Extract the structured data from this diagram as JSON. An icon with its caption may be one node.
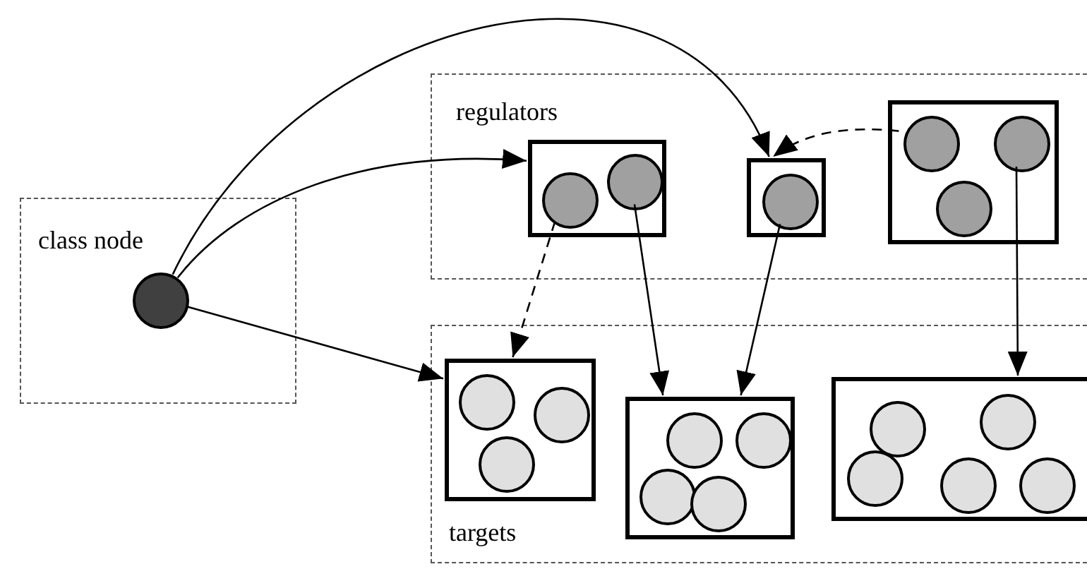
{
  "diagram": {
    "nodes": [
      {
        "text": [
          "class node"
        ]
      },
      {
        "text": [],
        "shape": "circle",
        "in": 0
      },
      {
        "text": [
          "regulators"
        ]
      },
      {
        "text": [],
        "shape": "box",
        "in": 2
      },
      {
        "text": [],
        "shape": "circle",
        "in": 3
      },
      {
        "text": [],
        "shape": "circle",
        "in": 3
      },
      {
        "text": [],
        "shape": "box",
        "in": 2
      },
      {
        "text": [],
        "shape": "circle",
        "in": 6
      },
      {
        "text": [],
        "shape": "box",
        "in": 2
      },
      {
        "text": [],
        "shape": "circle",
        "in": 8
      },
      {
        "text": [],
        "shape": "circle",
        "in": 8
      },
      {
        "text": [],
        "shape": "circle",
        "in": 8
      },
      {
        "text": [
          "targets"
        ]
      },
      {
        "text": [],
        "shape": "box",
        "in": 12
      },
      {
        "text": [],
        "shape": "circle",
        "in": 13
      },
      {
        "text": [],
        "shape": "circle",
        "in": 13
      },
      {
        "text": [],
        "shape": "circle",
        "in": 13
      },
      {
        "text": [],
        "shape": "box",
        "in": 12
      },
      {
        "text": [],
        "shape": "circle",
        "in": 17
      },
      {
        "text": [],
        "shape": "circle",
        "in": 17
      },
      {
        "text": [],
        "shape": "circle",
        "in": 17
      },
      {
        "text": [],
        "shape": "circle",
        "in": 17
      },
      {
        "text": [],
        "shape": "box",
        "in": 12
      },
      {
        "text": [],
        "shape": "circle",
        "in": 22
      },
      {
        "text": [],
        "shape": "circle",
        "in": 22
      },
      {
        "text": [],
        "shape": "circle",
        "in": 22
      },
      {
        "text": [],
        "shape": "circle",
        "in": 22
      },
      {
        "text": [],
        "shape": "circle",
        "in": 22
      }
    ],
    "edges": [
      {
        "from": 1,
        "to": 3,
        "arrow": "to"
      },
      {
        "from": 1,
        "to": 6,
        "arrow": "to"
      },
      {
        "from": 1,
        "to": 13,
        "arrow": "to"
      },
      {
        "from": 4,
        "to": 13,
        "arrow": "to",
        "style": "dashed"
      },
      {
        "from": 5,
        "to": 17,
        "arrow": "to"
      },
      {
        "from": 7,
        "to": 17,
        "arrow": "to"
      },
      {
        "from": 9,
        "to": 6,
        "arrow": "to",
        "style": "dashed"
      },
      {
        "from": 10,
        "to": 22,
        "arrow": "to"
      }
    ]
  }
}
